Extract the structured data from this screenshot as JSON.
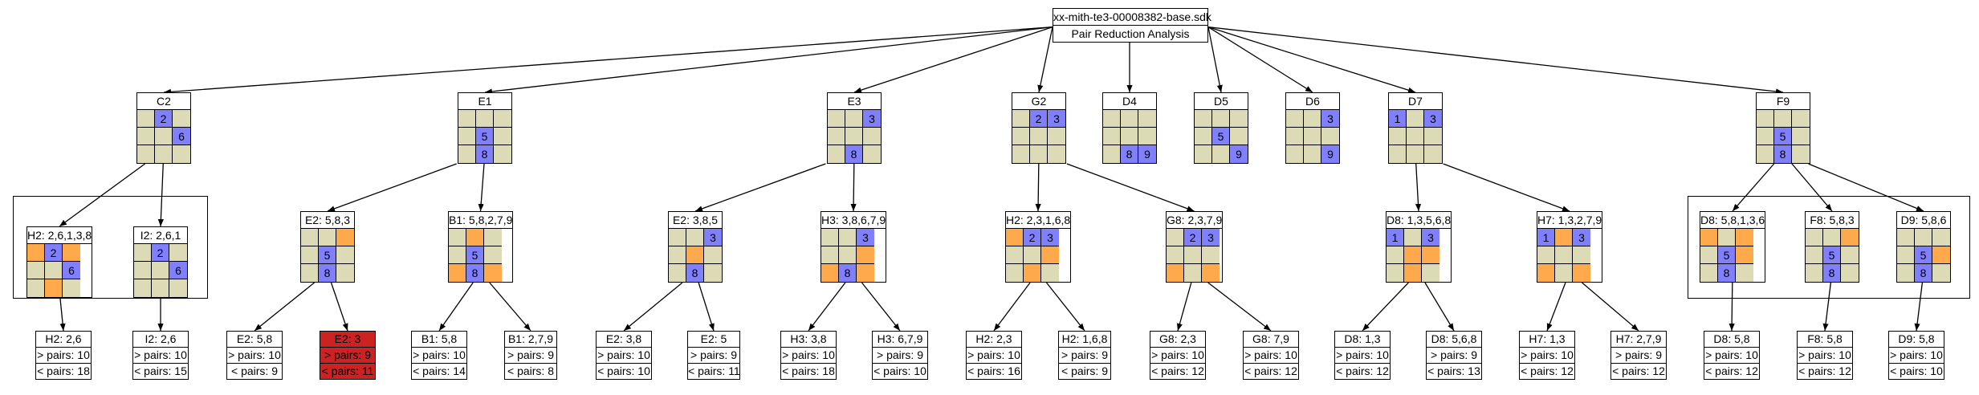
{
  "colors": {
    "empty": "#dddbb5",
    "blue": "#8080ff",
    "orange": "#ffa94d",
    "highlight": "#cc2222"
  },
  "root": {
    "title": "xx-mith-te3-00008382-base.sdk",
    "subtitle": "Pair Reduction Analysis"
  },
  "cells": {
    "c2": [
      "",
      "2",
      "",
      "",
      "",
      "6",
      "",
      "",
      ""
    ],
    "e1": [
      "",
      "",
      "",
      "",
      "5",
      "",
      "",
      "8",
      ""
    ],
    "e3": [
      "",
      "",
      "3",
      "",
      "",
      "",
      "",
      "8",
      ""
    ],
    "g2": [
      "",
      "2",
      "3",
      "",
      "",
      "",
      "",
      "",
      ""
    ],
    "d4": [
      "",
      "",
      "",
      "",
      "",
      "",
      "",
      "8",
      "9"
    ],
    "d5": [
      "",
      "",
      "",
      "",
      "5",
      "",
      "",
      "",
      "9"
    ],
    "d6": [
      "",
      "",
      "3",
      "",
      "",
      "",
      "",
      "",
      "9"
    ],
    "d7": [
      "1",
      "",
      "3",
      "",
      "",
      "",
      "",
      "",
      ""
    ],
    "f9": [
      "",
      "",
      "",
      "",
      "5",
      "",
      "",
      "8",
      ""
    ],
    "h2a": [
      "",
      "2",
      "",
      "",
      "",
      "6",
      "",
      "",
      ""
    ],
    "i2a": [
      "",
      "2",
      "",
      "",
      "",
      "6",
      "",
      "",
      ""
    ],
    "e2a": [
      "",
      "",
      "",
      "",
      "5",
      "",
      "",
      "8",
      ""
    ],
    "b1a": [
      "",
      "",
      "",
      "",
      "5",
      "",
      "",
      "8",
      ""
    ],
    "e2b": [
      "",
      "",
      "3",
      "",
      "",
      "",
      "",
      "8",
      ""
    ],
    "h3a": [
      "",
      "",
      "3",
      "",
      "",
      "",
      "",
      "8",
      ""
    ],
    "h2b": [
      "",
      "2",
      "3",
      "",
      "",
      "",
      "",
      "",
      ""
    ],
    "g8a": [
      "",
      "2",
      "3",
      "",
      "",
      "",
      "",
      "",
      ""
    ],
    "d8a": [
      "1",
      "",
      "3",
      "",
      "",
      "",
      "",
      "",
      ""
    ],
    "h7a": [
      "1",
      "",
      "3",
      "",
      "",
      "",
      "",
      "",
      ""
    ],
    "d8b": [
      "",
      "",
      "",
      "",
      "5",
      "",
      "",
      "8",
      ""
    ],
    "f8a": [
      "",
      "",
      "",
      "",
      "5",
      "",
      "",
      "8",
      ""
    ],
    "d9a": [
      "",
      "",
      "",
      "",
      "5",
      "",
      "",
      "8",
      ""
    ]
  },
  "grids": [
    {
      "id": "c2",
      "label": "C2",
      "color": [
        0,
        2,
        0,
        0,
        0,
        2,
        0,
        0,
        0
      ]
    },
    {
      "id": "e1",
      "label": "E1",
      "color": [
        0,
        0,
        0,
        0,
        2,
        0,
        0,
        2,
        0
      ]
    },
    {
      "id": "e3",
      "label": "E3",
      "color": [
        0,
        0,
        2,
        0,
        0,
        0,
        0,
        2,
        0
      ]
    },
    {
      "id": "g2",
      "label": "G2",
      "color": [
        0,
        2,
        2,
        0,
        0,
        0,
        0,
        0,
        0
      ]
    },
    {
      "id": "d4",
      "label": "D4",
      "color": [
        0,
        0,
        0,
        0,
        0,
        0,
        0,
        2,
        2
      ]
    },
    {
      "id": "d5",
      "label": "D5",
      "color": [
        0,
        0,
        0,
        0,
        2,
        0,
        0,
        0,
        2
      ]
    },
    {
      "id": "d6",
      "label": "D6",
      "color": [
        0,
        0,
        2,
        0,
        0,
        0,
        0,
        0,
        2
      ]
    },
    {
      "id": "d7",
      "label": "D7",
      "color": [
        2,
        0,
        2,
        0,
        0,
        0,
        0,
        0,
        0
      ]
    },
    {
      "id": "f9",
      "label": "F9",
      "color": [
        0,
        0,
        0,
        0,
        2,
        0,
        0,
        2,
        0
      ]
    },
    {
      "id": "h2a",
      "label": "H2: 2,6,1,3,8",
      "color": [
        1,
        2,
        1,
        0,
        0,
        2,
        0,
        1,
        0
      ]
    },
    {
      "id": "i2a",
      "label": "I2: 2,6,1",
      "color": [
        0,
        2,
        0,
        0,
        0,
        2,
        0,
        0,
        0
      ]
    },
    {
      "id": "e2a",
      "label": "E2: 5,8,3",
      "color": [
        0,
        0,
        1,
        0,
        2,
        0,
        0,
        2,
        0
      ]
    },
    {
      "id": "b1a",
      "label": "B1: 5,8,2,7,9",
      "color": [
        0,
        1,
        0,
        0,
        2,
        0,
        1,
        2,
        1
      ]
    },
    {
      "id": "e2b",
      "label": "E2: 3,8,5",
      "color": [
        0,
        0,
        2,
        0,
        1,
        0,
        0,
        2,
        0
      ]
    },
    {
      "id": "h3a",
      "label": "H3: 3,8,6,7,9",
      "color": [
        0,
        0,
        2,
        0,
        0,
        1,
        1,
        2,
        1
      ]
    },
    {
      "id": "h2b",
      "label": "H2: 2,3,1,6,8",
      "color": [
        1,
        2,
        2,
        0,
        0,
        1,
        0,
        1,
        0
      ]
    },
    {
      "id": "g8a",
      "label": "G8: 2,3,7,9",
      "color": [
        0,
        2,
        2,
        0,
        0,
        0,
        1,
        0,
        1
      ]
    },
    {
      "id": "d8a",
      "label": "D8: 1,3,5,6,8",
      "color": [
        2,
        0,
        2,
        0,
        1,
        1,
        0,
        1,
        0
      ]
    },
    {
      "id": "h7a",
      "label": "H7: 1,3,2,7,9",
      "color": [
        2,
        1,
        2,
        0,
        0,
        0,
        1,
        0,
        1
      ]
    },
    {
      "id": "d8b",
      "label": "D8: 5,8,1,3,6",
      "color": [
        1,
        0,
        1,
        0,
        2,
        1,
        0,
        2,
        0
      ]
    },
    {
      "id": "f8a",
      "label": "F8: 5,8,3",
      "color": [
        0,
        0,
        1,
        0,
        2,
        0,
        0,
        2,
        0
      ]
    },
    {
      "id": "d9a",
      "label": "D9: 5,8,6",
      "color": [
        0,
        0,
        0,
        0,
        2,
        1,
        0,
        2,
        0
      ]
    }
  ],
  "leaves": [
    {
      "id": "l1",
      "label": "H2: 2,6",
      "gt": "> pairs: 10",
      "lt": "< pairs: 18"
    },
    {
      "id": "l2",
      "label": "I2: 2,6",
      "gt": "> pairs: 10",
      "lt": "< pairs: 15"
    },
    {
      "id": "l3",
      "label": "E2: 5,8",
      "gt": "> pairs: 10",
      "lt": "< pairs: 9"
    },
    {
      "id": "l4",
      "label": "E2: 3",
      "gt": "> pairs: 9",
      "lt": "< pairs: 11",
      "highlight": true
    },
    {
      "id": "l5",
      "label": "B1: 5,8",
      "gt": "> pairs: 10",
      "lt": "< pairs: 14"
    },
    {
      "id": "l6",
      "label": "B1: 2,7,9",
      "gt": "> pairs: 9",
      "lt": "< pairs: 8"
    },
    {
      "id": "l7",
      "label": "E2: 3,8",
      "gt": "> pairs: 10",
      "lt": "< pairs: 10"
    },
    {
      "id": "l8",
      "label": "E2: 5",
      "gt": "> pairs: 9",
      "lt": "< pairs: 11"
    },
    {
      "id": "l9",
      "label": "H3: 3,8",
      "gt": "> pairs: 10",
      "lt": "< pairs: 18"
    },
    {
      "id": "l10",
      "label": "H3: 6,7,9",
      "gt": "> pairs: 9",
      "lt": "< pairs: 10"
    },
    {
      "id": "l11",
      "label": "H2: 2,3",
      "gt": "> pairs: 10",
      "lt": "< pairs: 16"
    },
    {
      "id": "l12",
      "label": "H2: 1,6,8",
      "gt": "> pairs: 9",
      "lt": "< pairs: 9"
    },
    {
      "id": "l13",
      "label": "G8: 2,3",
      "gt": "> pairs: 10",
      "lt": "< pairs: 12"
    },
    {
      "id": "l14",
      "label": "G8: 7,9",
      "gt": "> pairs: 10",
      "lt": "< pairs: 12"
    },
    {
      "id": "l15",
      "label": "D8: 1,3",
      "gt": "> pairs: 10",
      "lt": "< pairs: 12"
    },
    {
      "id": "l16",
      "label": "D8: 5,6,8",
      "gt": "> pairs: 9",
      "lt": "< pairs: 13"
    },
    {
      "id": "l17",
      "label": "H7: 1,3",
      "gt": "> pairs: 10",
      "lt": "< pairs: 12"
    },
    {
      "id": "l18",
      "label": "H7: 2,7,9",
      "gt": "> pairs: 9",
      "lt": "< pairs: 12"
    },
    {
      "id": "l19",
      "label": "D8: 5,8",
      "gt": "> pairs: 10",
      "lt": "< pairs: 12"
    },
    {
      "id": "l20",
      "label": "F8: 5,8",
      "gt": "> pairs: 10",
      "lt": "< pairs: 12"
    },
    {
      "id": "l21",
      "label": "D9: 5,8",
      "gt": "> pairs: 10",
      "lt": "< pairs: 10"
    }
  ]
}
